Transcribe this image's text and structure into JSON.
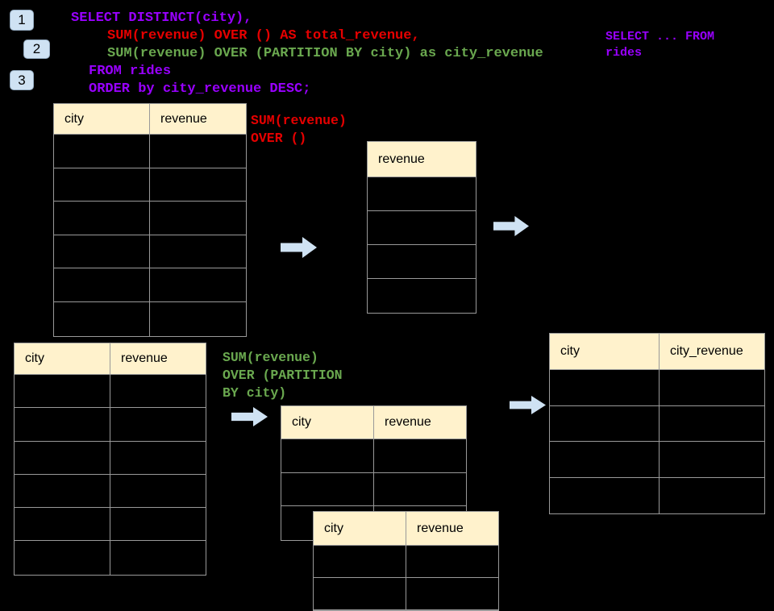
{
  "colors": {
    "purple": "#9900FF",
    "red": "#E60000",
    "green": "#6AA84F",
    "header_bg": "#FFF2CC",
    "arrow": "#CFE2F3",
    "border": "#999999",
    "canvas_bg": "#000000"
  },
  "badges": [
    {
      "label": "1"
    },
    {
      "label": "2"
    },
    {
      "label": "3"
    }
  ],
  "sql": {
    "lines": [
      {
        "text": "SELECT DISTINCT(city),",
        "color": "purple"
      },
      {
        "text": "SUM(revenue) OVER () AS total_revenue,",
        "color": "red"
      },
      {
        "text": "SUM(revenue) OVER (PARTITION BY city) as city_revenue",
        "color": "green"
      },
      {
        "text": "FROM rides",
        "color": "purple"
      },
      {
        "text": "ORDER by city_revenue DESC;",
        "color": "purple"
      }
    ]
  },
  "annotations": {
    "from_rides": "SELECT ... FROM\nrides",
    "over_total": "SUM(revenue)\nOVER ()",
    "over_partition": "SUM(revenue)\nOVER (PARTITION\nBY city)"
  },
  "tables": {
    "rides_source_top": {
      "headers": [
        "city",
        "revenue"
      ],
      "rows": 6
    },
    "total_revenue_result": {
      "headers": [
        "revenue"
      ],
      "rows": 4
    },
    "rides_source_bottom": {
      "headers": [
        "city",
        "revenue"
      ],
      "rows": 6
    },
    "partition_intermediate": {
      "headers": [
        "city",
        "revenue"
      ],
      "rows": 3
    },
    "partition_overlay": {
      "headers": [
        "city",
        "revenue"
      ],
      "rows": 2
    },
    "city_revenue_result": {
      "headers": [
        "city",
        "city_revenue"
      ],
      "rows": 4
    }
  }
}
